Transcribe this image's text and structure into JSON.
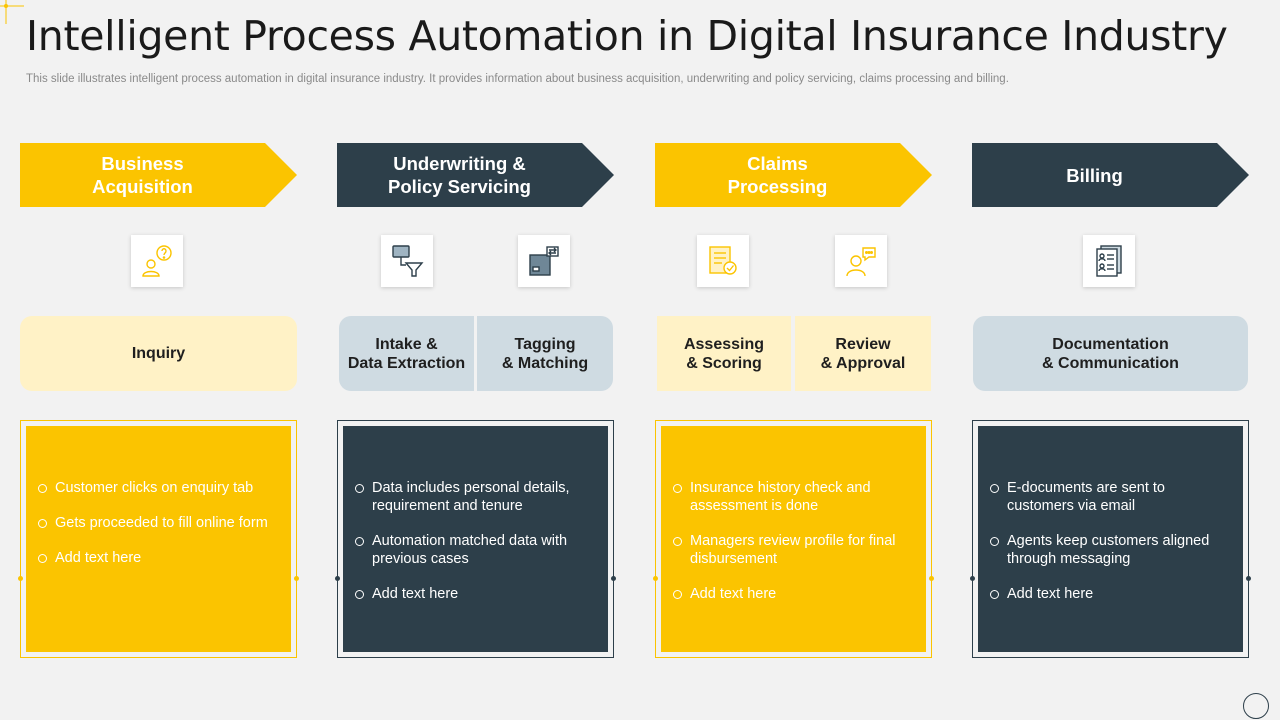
{
  "slide": {
    "title": "Intelligent Process Automation in Digital Insurance Industry",
    "subtitle": "This slide illustrates intelligent process automation in digital insurance industry. It provides information about business acquisition, underwriting and policy servicing, claims processing and billing."
  },
  "colors": {
    "yellow": "#fbc400",
    "dark": "#2d3f4a",
    "light_yellow": "#fff2c6",
    "light_blue": "#cfdbe2"
  },
  "columns": [
    {
      "stage": "Business\nAcquisition",
      "icons": [
        "person-question-icon"
      ],
      "steps": [
        "Inquiry"
      ],
      "bullets": [
        "Customer clicks on enquiry tab",
        "Gets proceeded to fill online form",
        "Add text here"
      ]
    },
    {
      "stage": "Underwriting &\nPolicy Servicing",
      "icons": [
        "data-funnel-icon",
        "tagging-box-icon"
      ],
      "steps": [
        "Intake &\nData Extraction",
        "Tagging\n& Matching"
      ],
      "bullets": [
        "Data includes personal details, requirement and tenure",
        "Automation matched data with previous cases",
        "Add text here"
      ]
    },
    {
      "stage": "Claims\nProcessing",
      "icons": [
        "document-check-icon",
        "person-chat-icon"
      ],
      "steps": [
        "Assessing\n& Scoring",
        "Review\n& Approval"
      ],
      "bullets": [
        "Insurance history check and assessment is done",
        "Managers review profile for final disbursement",
        "Add text here"
      ]
    },
    {
      "stage": "Billing",
      "icons": [
        "customer-documents-icon"
      ],
      "steps": [
        "Documentation\n& Communication"
      ],
      "bullets": [
        "E-documents are sent to customers via email",
        "Agents keep customers aligned through messaging",
        "Add text here"
      ]
    }
  ]
}
